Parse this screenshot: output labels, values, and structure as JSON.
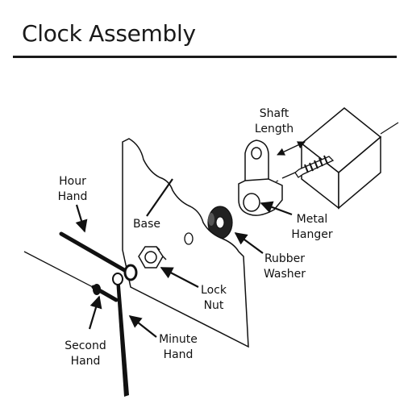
{
  "title": "Clock Assembly",
  "labels": {
    "shaft_length": [
      "Shaft",
      "Length"
    ],
    "hour_hand": [
      "Hour",
      "Hand"
    ],
    "base": [
      "Base"
    ],
    "metal_hanger": [
      "Metal",
      "Hanger"
    ],
    "rubber_washer": [
      "Rubber",
      "Washer"
    ],
    "lock_nut": [
      "Lock",
      "Nut"
    ],
    "second_hand": [
      "Second",
      "Hand"
    ],
    "minute_hand": [
      "Minute",
      "Hand"
    ]
  }
}
